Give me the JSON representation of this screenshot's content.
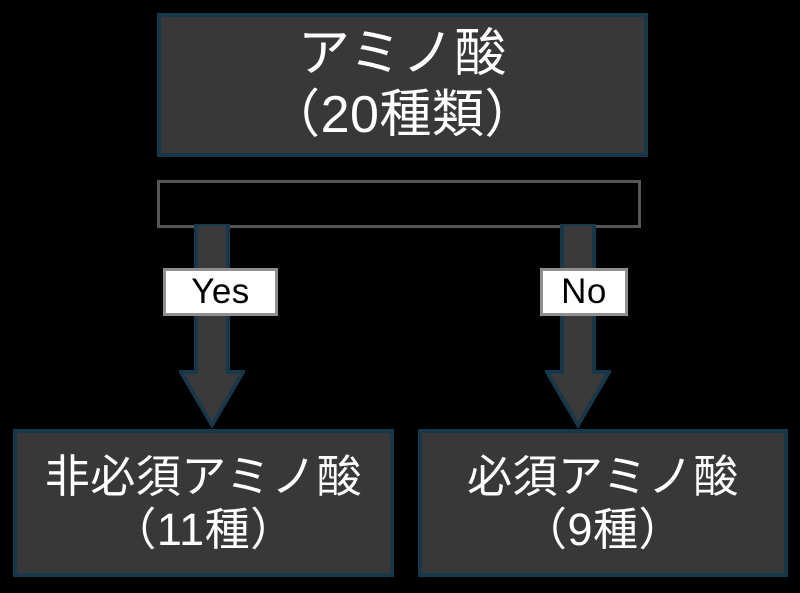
{
  "diagram": {
    "title_node": {
      "name": "amino-acids-root",
      "lines": [
        "アミノ酸",
        "（20種類）"
      ]
    },
    "decision": {
      "name": "decision-bar",
      "text": ""
    },
    "edges": [
      {
        "name": "yes-branch",
        "label": "Yes",
        "arrow": "down-arrow"
      },
      {
        "name": "no-branch",
        "label": "No",
        "arrow": "down-arrow"
      }
    ],
    "outcomes": [
      {
        "name": "non-essential-amino-acids",
        "lines": [
          "非必須アミノ酸",
          "（11種）"
        ]
      },
      {
        "name": "essential-amino-acids",
        "lines": [
          "必須アミノ酸",
          "（9種）"
        ]
      }
    ]
  },
  "colors": {
    "background": "#000000",
    "node_fill": "#383838",
    "node_border": "#16384a",
    "node_text": "#ffffff",
    "decision_border": "#565656",
    "arrow_fill": "#3a3a3a",
    "arrow_border": "#16384a",
    "label_fill": "#ffffff",
    "label_border": "#8f8f8f",
    "label_text": "#000000"
  }
}
